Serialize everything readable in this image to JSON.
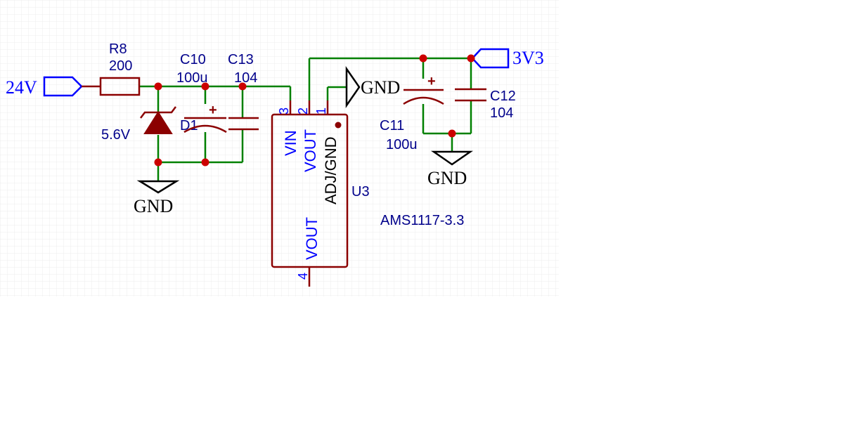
{
  "components": {
    "r8": {
      "ref": "R8",
      "value": "200"
    },
    "c10": {
      "ref": "C10",
      "value": "100u"
    },
    "c13": {
      "ref": "C13",
      "value": "104"
    },
    "d1": {
      "ref": "D1",
      "value": "5.6V"
    },
    "c11": {
      "ref": "C11",
      "value": "100u"
    },
    "c12": {
      "ref": "C12",
      "value": "104"
    },
    "u3": {
      "ref": "U3",
      "value": "AMS1117-3.3"
    }
  },
  "nets": {
    "input": "24V",
    "output": "3V3",
    "ground": "GND"
  },
  "u3_pins": {
    "vin": "VIN",
    "vout_top": "VOUT",
    "adj_gnd": "ADJ/GND",
    "vout_bottom": "VOUT",
    "num_3": "3",
    "num_2": "2",
    "num_1": "1",
    "num_4": "4"
  },
  "polarity_mark": "+",
  "colors": {
    "wire": "#008000",
    "part": "#8b0000",
    "junction": "#cc0000",
    "net_label": "#0000ff",
    "ref_text": "#00008b",
    "grid": "#e6e6e6"
  }
}
